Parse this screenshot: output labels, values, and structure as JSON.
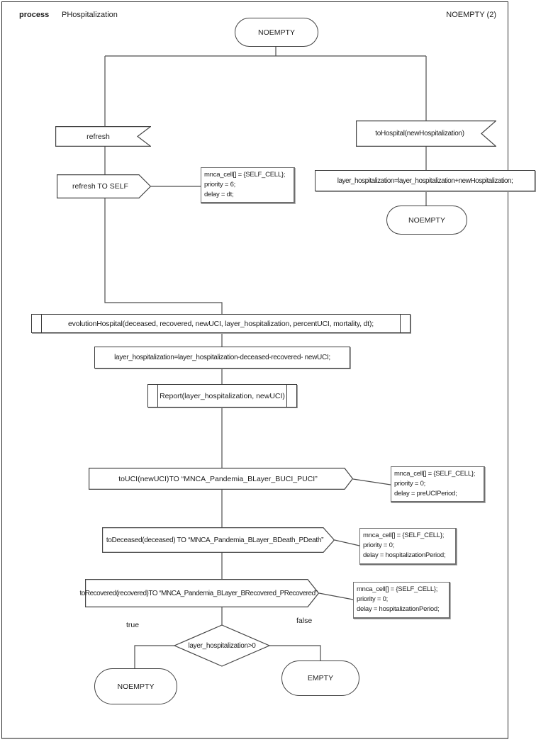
{
  "header": {
    "keyword": "process",
    "name": "PHospitalization",
    "state": "NOEMPTY (2)"
  },
  "nodes": {
    "start_state": "NOEMPTY",
    "refresh_signal": "refresh",
    "refresh_to_self": "refresh TO SELF",
    "refresh_note": [
      "mnca_cell[] = {SELF_CELL};",
      "priority = 6;",
      "delay = dt;"
    ],
    "to_hospital_signal": "toHospital(newHospitalization)",
    "hospitalization_add": "layer_hospitalization=layer_hospitalization+newHospitalization;",
    "noempty_after_hospital": "NOEMPTY",
    "evolution_call": "evolutionHospital(deceased, recovered, newUCI, layer_hospitalization, percentUCI, mortality, dt);",
    "hospitalization_subtract": "layer_hospitalization=layer_hospitalization-deceased-recovered- newUCI;",
    "report_call": "Report(layer_hospitalization, newUCI)",
    "to_uci_send": "toUCI(newUCI)TO “MNCA_Pandemia_BLayer_BUCI_PUCI”",
    "to_uci_note": [
      "mnca_cell[] = {SELF_CELL};",
      "priority = 0;",
      "delay = preUCIPeriod;"
    ],
    "to_deceased_send": "toDeceased(deceased) TO “MNCA_Pandemia_BLayer_BDeath_PDeath”",
    "to_deceased_note": [
      "mnca_cell[] = {SELF_CELL};",
      "priority = 0;",
      "delay = hospitalizationPeriod;"
    ],
    "to_recovered_send": "toRecovered(recovered)TO “MNCA_Pandemia_BLayer_BRecovered_PRecovered”",
    "to_recovered_note": [
      "mnca_cell[] = {SELF_CELL};",
      "priority = 0;",
      "delay = hospitalizationPeriod;"
    ],
    "decision": "layer_hospitalization>0",
    "branch_true": "true",
    "branch_false": "false",
    "noempty_final": "NOEMPTY",
    "empty_final": "EMPTY"
  },
  "colors": {
    "wire": "#4d4d4d",
    "shape_border": "#3a3a3a",
    "note_border": "#6f6f6f",
    "page_border": "#2f2f2f",
    "background": "#ffffff"
  }
}
